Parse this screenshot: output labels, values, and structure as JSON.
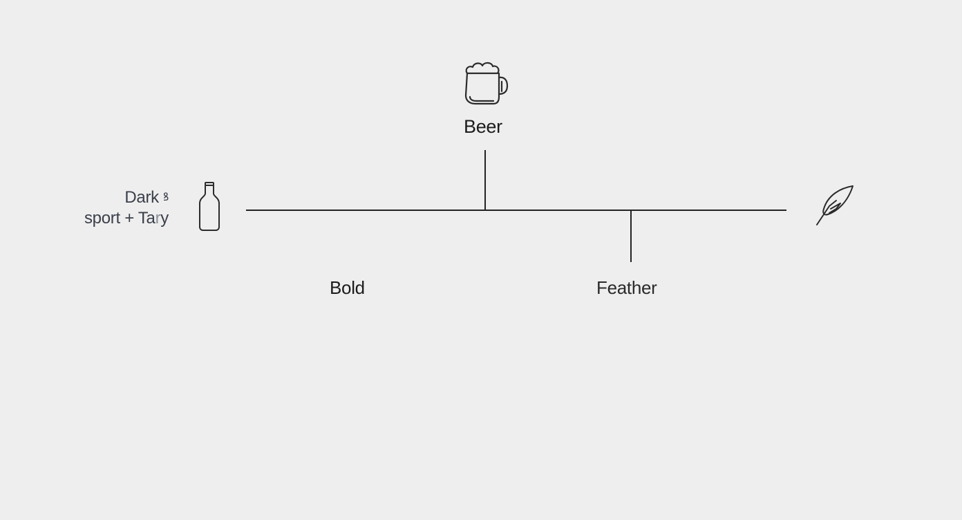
{
  "diagram": {
    "root": {
      "label": "Beer",
      "icon": "beer-mug-icon"
    },
    "left_annotation": {
      "line1": "Dark",
      "line1_glyph": "ꝸ",
      "line2_prefix": "sport + Ta",
      "line2_faded": "r",
      "line2_suffix": "y",
      "icon": "bottle-icon"
    },
    "right_annotation": {
      "icon": "feather-icon"
    },
    "branches": [
      {
        "label": "Bold"
      },
      {
        "label": "Feather"
      }
    ],
    "colors": {
      "background": "#eeeeee",
      "line": "#222222",
      "text": "#1c1c1c",
      "side_text": "#3a3f4a"
    }
  }
}
